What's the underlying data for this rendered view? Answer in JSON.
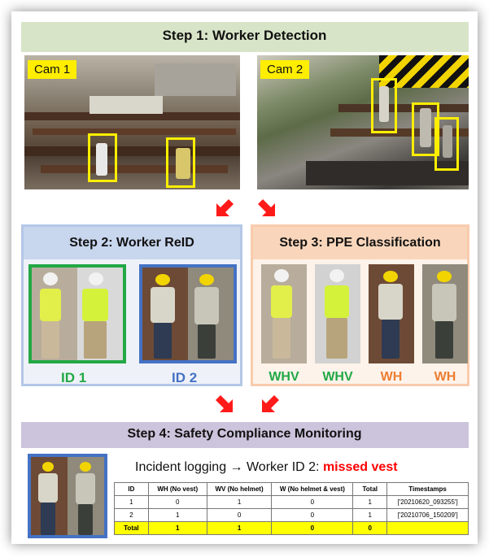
{
  "step1": {
    "title": "Step 1: Worker Detection",
    "cam1_label": "Cam 1",
    "cam2_label": "Cam 2"
  },
  "step2": {
    "title": "Step 2: Worker ReID",
    "ids": [
      {
        "label": "ID 1",
        "color": "#22a845"
      },
      {
        "label": "ID 2",
        "color": "#4472c4"
      }
    ]
  },
  "step3": {
    "title": "Step 3: PPE Classification",
    "classes": [
      {
        "label": "WHV",
        "color": "#22a845"
      },
      {
        "label": "WHV",
        "color": "#22a845"
      },
      {
        "label": "WH",
        "color": "#ed7d31"
      },
      {
        "label": "WH",
        "color": "#ed7d31"
      }
    ]
  },
  "step4": {
    "title": "Step 4: Safety Compliance Monitoring",
    "incident_prefix": "Incident logging → Worker ID 2:",
    "incident_highlight": "missed vest",
    "table": {
      "headers": [
        "ID",
        "WH (No vest)",
        "WV (No helmet)",
        "W (No helmet & vest)",
        "Total",
        "Timestamps"
      ],
      "rows": [
        [
          "1",
          "0",
          "1",
          "0",
          "1",
          "['20210620_093255']"
        ],
        [
          "2",
          "1",
          "0",
          "0",
          "1",
          "['20210706_150209']"
        ]
      ],
      "total_row": [
        "Total",
        "1",
        "1",
        "0",
        "0",
        ""
      ]
    }
  },
  "colors": {
    "arrow": "#ff1a1a",
    "bbox": "#ffee00",
    "step1_bar": "#d8e4c8",
    "step2_bar": "#c8d6ee",
    "step3_bar": "#f9d6bb",
    "step4_bar": "#ccc4dc"
  }
}
